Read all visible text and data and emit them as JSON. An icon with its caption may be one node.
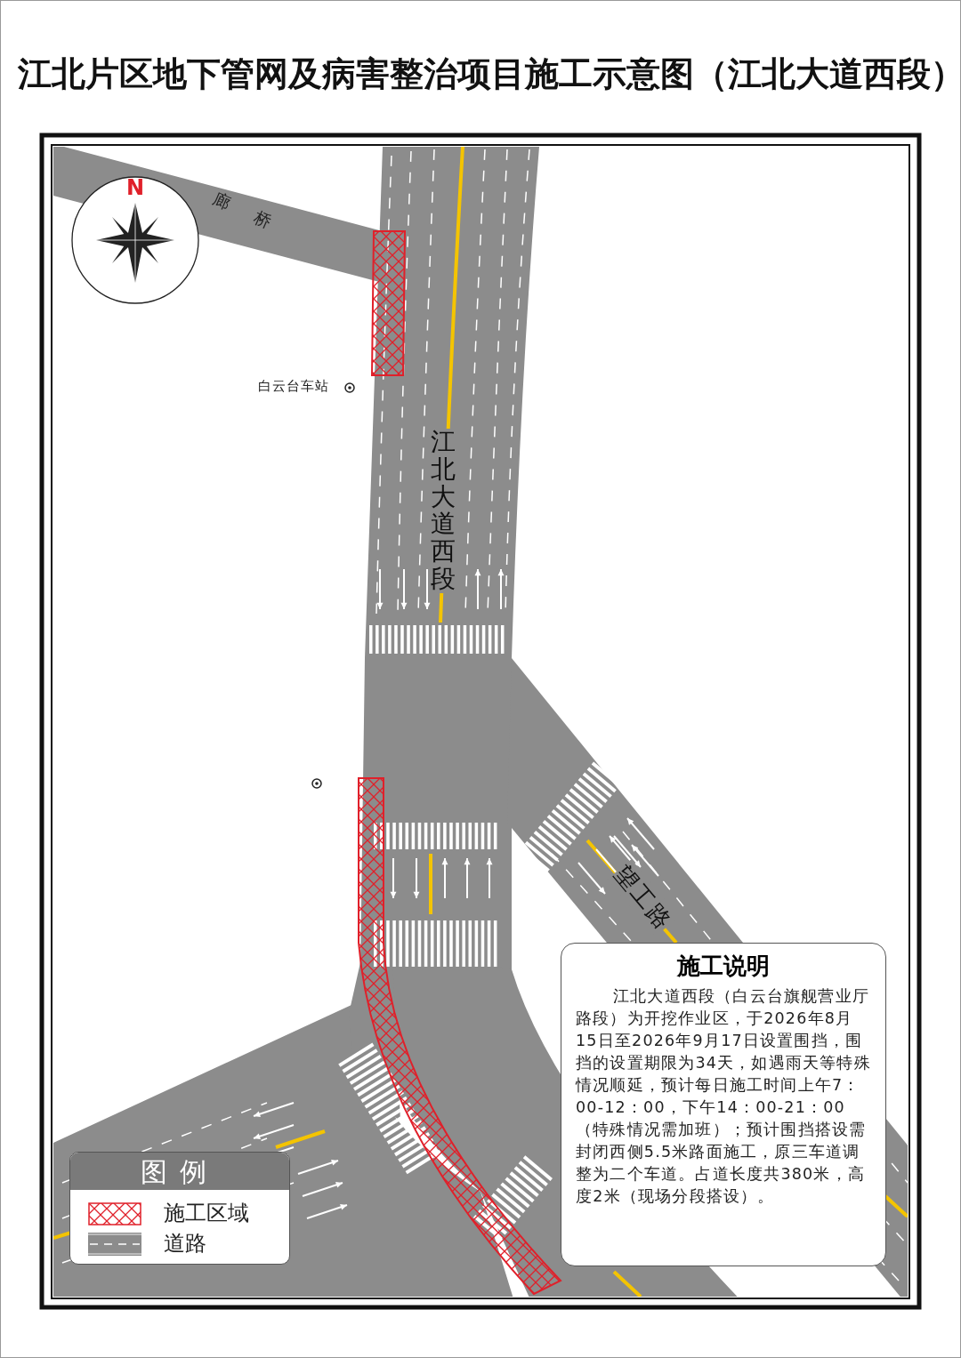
{
  "diagram": {
    "title": "江北片区地下管网及病害整治项目施工示意图（江北大道西段）",
    "nodes": [
      {
        "text": [
          "施工说明",
          "江北大道西段（白云台旗舰营业厅路段）为开挖作业区，于2026年8月15日至2026年9月17日设置围挡，围挡的设置期限为34天，如遇雨天等特殊情况顺延，预计每日施工时间上午7：00-12：00，下午14：00-21：00（特殊情况需加班）；预计围挡搭设需封闭西侧5.5米路面施工，原三车道调整为二个车道。占道长度共380米，高度2米（现场分段搭设）。"
        ]
      }
    ],
    "labels": [
      "N",
      "廊桥",
      "白云台车站",
      "江北大道西段",
      "望工路",
      "图例"
    ],
    "legend": [
      {
        "text": "施工区域"
      },
      {
        "text": "道路"
      }
    ]
  }
}
